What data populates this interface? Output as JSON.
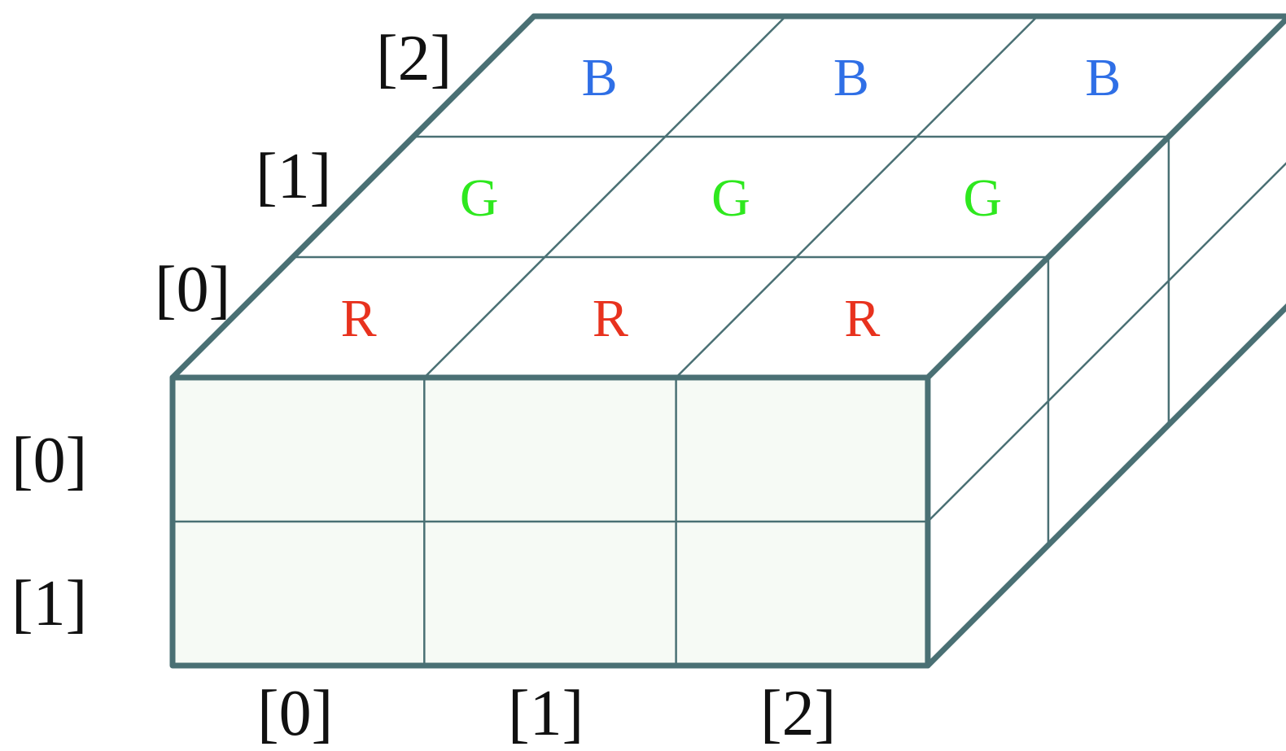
{
  "figure": {
    "row_labels": [
      "[0]",
      "[1]"
    ],
    "col_labels": [
      "[0]",
      "[1]",
      "[2]"
    ],
    "depth_labels": [
      "[0]",
      "[1]",
      "[2]"
    ],
    "channels": [
      {
        "name": "R",
        "color": "#e8321e"
      },
      {
        "name": "G",
        "color": "#2ee81e"
      },
      {
        "name": "B",
        "color": "#2f6fe6"
      }
    ],
    "colors": {
      "edge": "#4a7074",
      "front_face": "#f6faf5",
      "label": "#111111"
    }
  }
}
